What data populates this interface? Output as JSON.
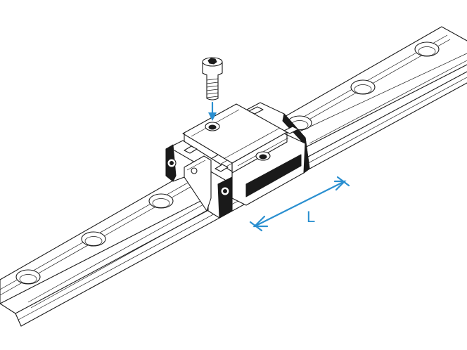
{
  "figure": {
    "dimension_label": "L",
    "colors": {
      "accent": "#2a8fd0",
      "line": "#1a1a1a",
      "background": "#ffffff"
    },
    "parts": [
      "guide-rail",
      "carriage-block",
      "cap-screw",
      "mounting-holes",
      "length-dimension"
    ]
  }
}
